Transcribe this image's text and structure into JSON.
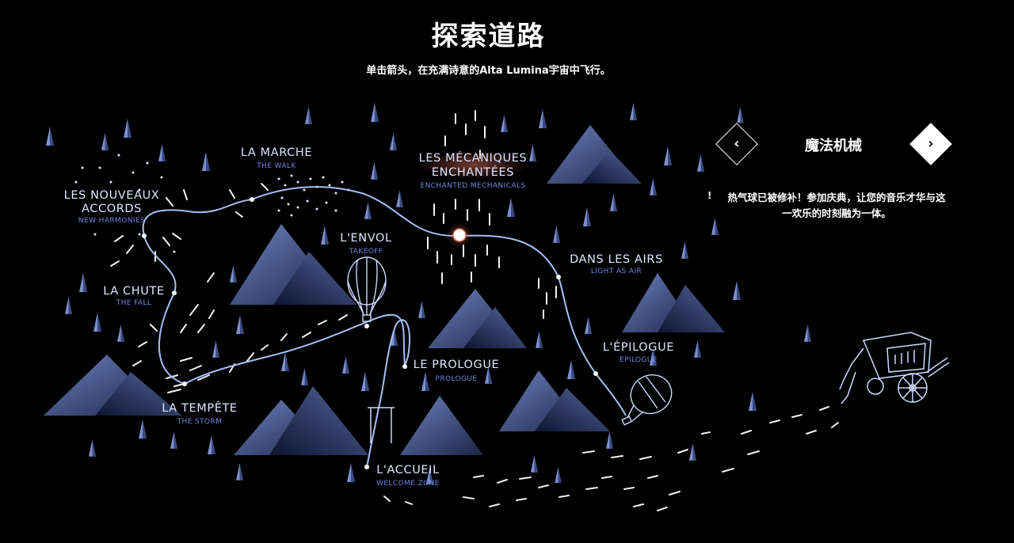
{
  "header": {
    "title": "探索道路",
    "subtitle": "单击箭头，在充满诗意的Alta Lumina宇宙中飞行。"
  },
  "map": {
    "locations": [
      {
        "id": "nouveaux",
        "fr_line1": "LES NOUVEAUX",
        "fr_line2": "ACCORDS",
        "en": "NEW HARMONIES"
      },
      {
        "id": "marche",
        "fr_line1": "LA MARCHE",
        "en": "THE WALK"
      },
      {
        "id": "mecaniques",
        "fr_line1": "LES MÉCANIQUES",
        "fr_line2": "ENCHANTÉES",
        "en": "ENCHANTED MECHANICALS",
        "active": true
      },
      {
        "id": "envol",
        "fr_line1": "L'ENVOL",
        "en": "TAKEOFF"
      },
      {
        "id": "chute",
        "fr_line1": "LA CHUTE",
        "en": "THE FALL"
      },
      {
        "id": "airs",
        "fr_line1": "DANS LES AIRS",
        "en": "LIGHT AS AIR"
      },
      {
        "id": "epilogue",
        "fr_line1": "L'ÉPILOGUE",
        "en": "EPILOGUE"
      },
      {
        "id": "prologue",
        "fr_line1": "LE PROLOGUE",
        "en": "PROLOGUE"
      },
      {
        "id": "tempete",
        "fr_line1": "LA TEMPÊTE",
        "en": "THE STORM"
      },
      {
        "id": "accueil",
        "fr_line1": "L'ACCUEIL",
        "en": "WELCOME ZONE"
      }
    ],
    "colors": {
      "path": "#a9bff2",
      "accent_label": "#6f86e6",
      "active_glow": "#d06a5a",
      "mountain_dark": "#1a2445",
      "mountain_light": "#6f82bf"
    }
  },
  "panel": {
    "prev_icon": "chevron-left-icon",
    "prev_label": "‹",
    "next_icon": "chevron-right-icon",
    "next_label": "›",
    "title": "魔法机械",
    "bullet": "!",
    "description": "热气球已被修补！参加庆典，让您的音乐才华与这一欢乐的时刻融为一体。"
  }
}
